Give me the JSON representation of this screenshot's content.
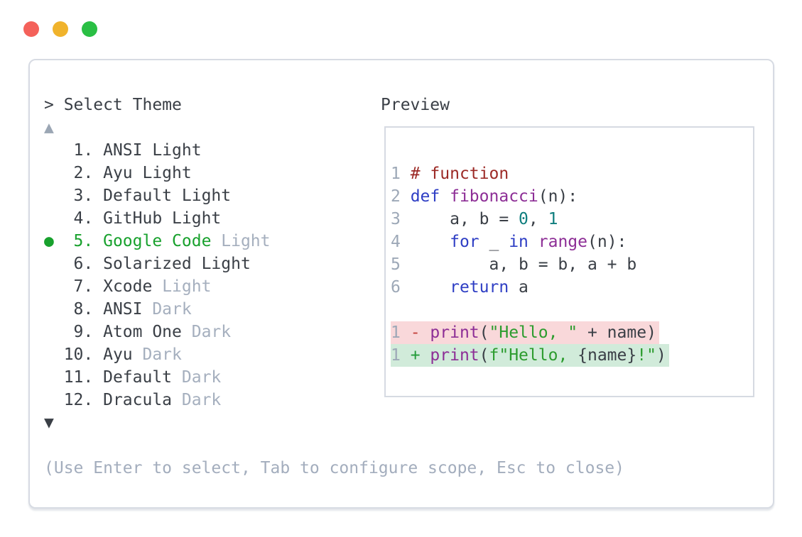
{
  "window": {
    "traffic_lights": [
      {
        "name": "close",
        "color": "#f4615a"
      },
      {
        "name": "minimize",
        "color": "#f0b32c"
      },
      {
        "name": "maximize",
        "color": "#2abf44"
      }
    ]
  },
  "theme_selector": {
    "header": "> Select Theme",
    "scroll_up_indicator": "▲",
    "scroll_down_indicator": "▼",
    "selected_bullet": "●",
    "items": [
      {
        "num": "1",
        "name": "ANSI Light",
        "suffix": "",
        "selected": false
      },
      {
        "num": "2",
        "name": "Ayu Light",
        "suffix": "",
        "selected": false
      },
      {
        "num": "3",
        "name": "Default Light",
        "suffix": "",
        "selected": false
      },
      {
        "num": "4",
        "name": "GitHub Light",
        "suffix": "",
        "selected": false
      },
      {
        "num": "5",
        "name": "Google Code",
        "suffix": "Light",
        "selected": true
      },
      {
        "num": "6",
        "name": "Solarized Light",
        "suffix": "",
        "selected": false
      },
      {
        "num": "7",
        "name": "Xcode",
        "suffix": "Light",
        "selected": false
      },
      {
        "num": "8",
        "name": "ANSI",
        "suffix": "Dark",
        "selected": false
      },
      {
        "num": "9",
        "name": "Atom One",
        "suffix": "Dark",
        "selected": false
      },
      {
        "num": "10",
        "name": "Ayu",
        "suffix": "Dark",
        "selected": false
      },
      {
        "num": "11",
        "name": "Default",
        "suffix": "Dark",
        "selected": false
      },
      {
        "num": "12",
        "name": "Dracula",
        "suffix": "Dark",
        "selected": false
      }
    ],
    "footer_hint": "(Use Enter to select, Tab to configure scope, Esc to close)"
  },
  "preview": {
    "label": "Preview",
    "code_lines": [
      {
        "num": "1",
        "tokens": [
          [
            "comment",
            "# function"
          ]
        ]
      },
      {
        "num": "2",
        "tokens": [
          [
            "kw",
            "def"
          ],
          [
            "plain",
            " "
          ],
          [
            "fn",
            "fibonacci"
          ],
          [
            "plain",
            "(n):"
          ]
        ]
      },
      {
        "num": "3",
        "tokens": [
          [
            "plain",
            "    a, b = "
          ],
          [
            "num",
            "0"
          ],
          [
            "plain",
            ", "
          ],
          [
            "num",
            "1"
          ]
        ]
      },
      {
        "num": "4",
        "tokens": [
          [
            "plain",
            "    "
          ],
          [
            "kw",
            "for"
          ],
          [
            "plain",
            " _ "
          ],
          [
            "kw",
            "in"
          ],
          [
            "plain",
            " "
          ],
          [
            "fn",
            "range"
          ],
          [
            "plain",
            "(n):"
          ]
        ]
      },
      {
        "num": "5",
        "tokens": [
          [
            "plain",
            "        a, b = b, a + b"
          ]
        ]
      },
      {
        "num": "6",
        "tokens": [
          [
            "plain",
            "    "
          ],
          [
            "kw",
            "return"
          ],
          [
            "plain",
            " a"
          ]
        ]
      }
    ],
    "diff_lines": [
      {
        "num": "1",
        "sign": "-",
        "type": "removed",
        "tokens": [
          [
            "fn",
            "print"
          ],
          [
            "plain",
            "("
          ],
          [
            "str",
            "\"Hello, \""
          ],
          [
            "plain",
            " + name)"
          ]
        ]
      },
      {
        "num": "1",
        "sign": "+",
        "type": "added",
        "tokens": [
          [
            "fn",
            "print"
          ],
          [
            "plain",
            "("
          ],
          [
            "str",
            "f\"Hello, "
          ],
          [
            "plain",
            "{name}"
          ],
          [
            "str",
            "!\""
          ],
          [
            "plain",
            ")"
          ]
        ]
      }
    ]
  },
  "colors": {
    "text_dark": "#3a3f46",
    "text_muted": "#a5afbe",
    "footer_text": "#a3adbd",
    "line_number": "#9da8b7",
    "selected_green": "#18a12d",
    "scroll_up_arrow": "#9ba6b4",
    "scroll_down_arrow": "#3a3f46",
    "syntax_keyword": "#2e3ec4",
    "syntax_function": "#8d2e96",
    "syntax_number": "#0f7e7e",
    "syntax_string": "#2c9c2e",
    "syntax_comment": "#9c2a26",
    "diff_removed_bg": "#f9d8da",
    "diff_added_bg": "#d1ebda",
    "diff_minus_sign": "#c4403a",
    "diff_plus_sign": "#219b38",
    "panel_border": "#d7dbe3",
    "preview_border": "#d6dae2"
  }
}
